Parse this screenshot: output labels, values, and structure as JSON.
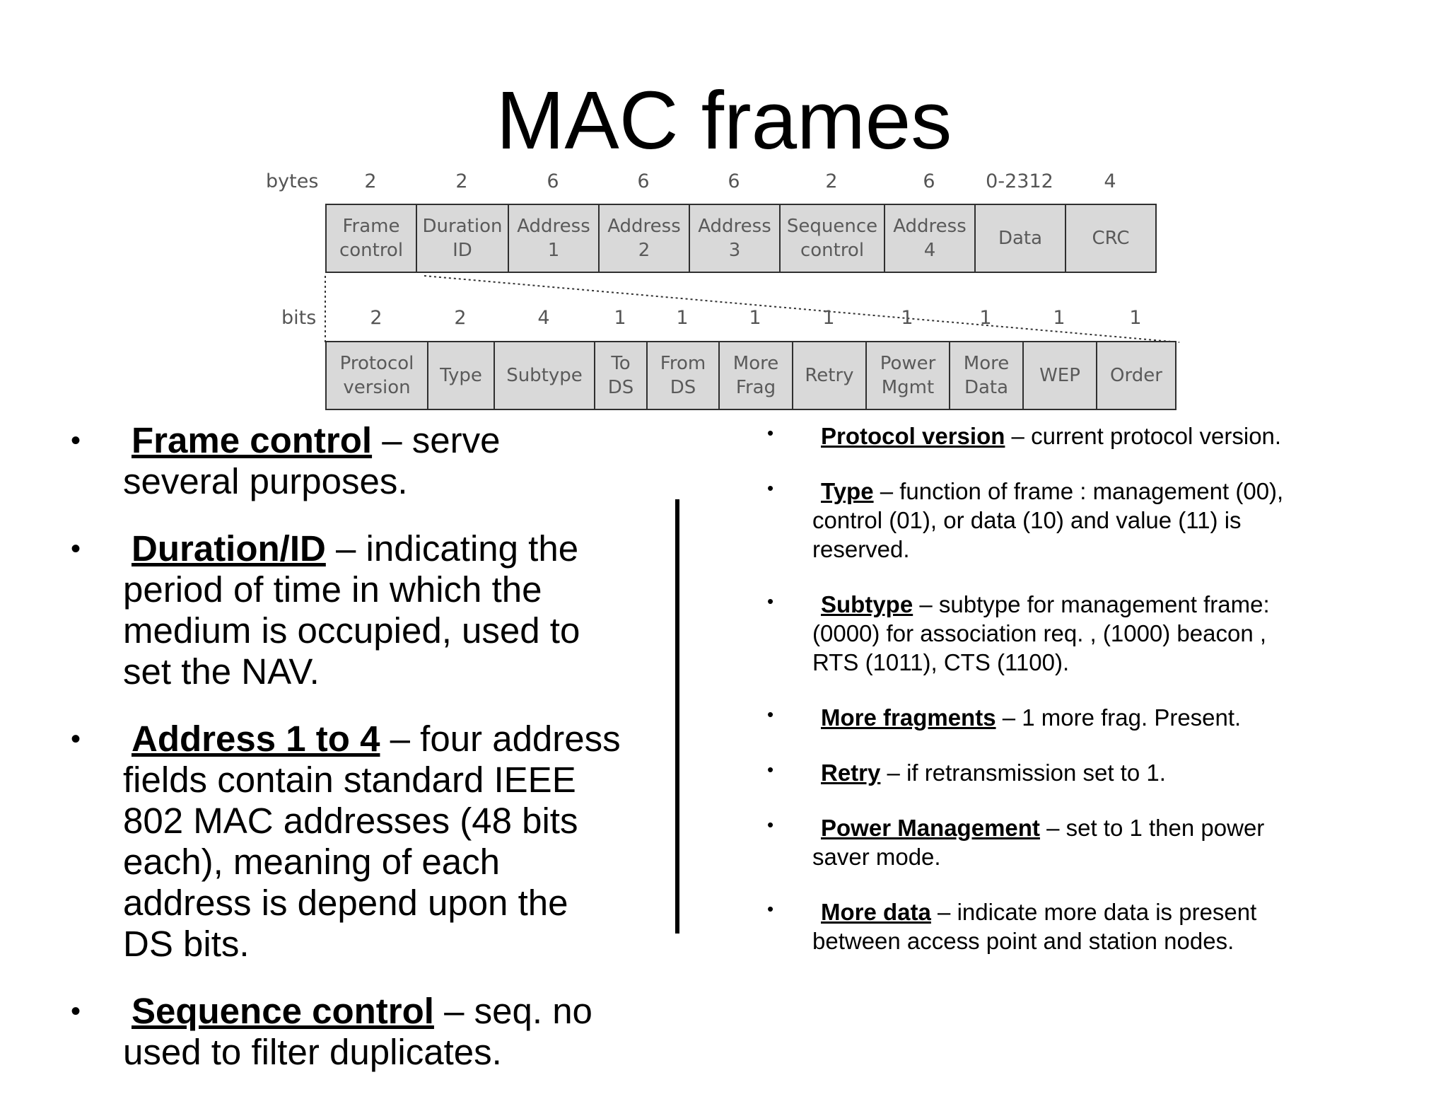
{
  "title": "MAC frames",
  "diagram": {
    "bytes_label": "bytes",
    "bits_label": "bits",
    "frame_fields": [
      {
        "size": "2",
        "name": "Frame\ncontrol"
      },
      {
        "size": "2",
        "name": "Duration\nID"
      },
      {
        "size": "6",
        "name": "Address\n1"
      },
      {
        "size": "6",
        "name": "Address\n2"
      },
      {
        "size": "6",
        "name": "Address\n3"
      },
      {
        "size": "2",
        "name": "Sequence\ncontrol"
      },
      {
        "size": "6",
        "name": "Address\n4"
      },
      {
        "size": "0-2312",
        "name": "Data"
      },
      {
        "size": "4",
        "name": "CRC"
      }
    ],
    "control_fields": [
      {
        "size": "2",
        "name": "Protocol\nversion"
      },
      {
        "size": "2",
        "name": "Type"
      },
      {
        "size": "4",
        "name": "Subtype"
      },
      {
        "size": "1",
        "name": "To\nDS"
      },
      {
        "size": "1",
        "name": "From\nDS"
      },
      {
        "size": "1",
        "name": "More\nFrag"
      },
      {
        "size": "1",
        "name": "Retry"
      },
      {
        "size": "1",
        "name": "Power\nMgmt"
      },
      {
        "size": "1",
        "name": "More\nData"
      },
      {
        "size": "1",
        "name": "WEP"
      },
      {
        "size": "1",
        "name": "Order"
      }
    ]
  },
  "left_bullets": [
    {
      "term": "Frame control",
      "text": " – serve several purposes."
    },
    {
      "term": "Duration/ID",
      "text": " – indicating the period of time in which the medium is occupied, used to set the NAV."
    },
    {
      "term": "Address 1 to 4",
      "text": " – four address fields contain standard IEEE 802 MAC addresses (48 bits each), meaning of each address is depend upon the DS bits."
    },
    {
      "term": "Sequence control",
      "text": " – seq. no used to filter duplicates."
    }
  ],
  "right_bullets": [
    {
      "term": "Protocol version",
      "text": " – current protocol version."
    },
    {
      "term": "Type",
      "text": " – function of frame : management (00), control (01), or data (10) and value (11) is reserved."
    },
    {
      "term": "Subtype",
      "text": " – subtype for management frame: (0000) for association req. , (1000) beacon , RTS (1011), CTS (1100)."
    },
    {
      "term": "More fragments",
      "text": " – 1 more frag. Present."
    },
    {
      "term": "Retry",
      "text": " – if retransmission set to 1."
    },
    {
      "term": "Power Management",
      "text": " – set to 1 then power saver mode."
    },
    {
      "term": "More data",
      "text": " – indicate more data is present between access point and station nodes."
    }
  ],
  "bullet_glyph": "•"
}
